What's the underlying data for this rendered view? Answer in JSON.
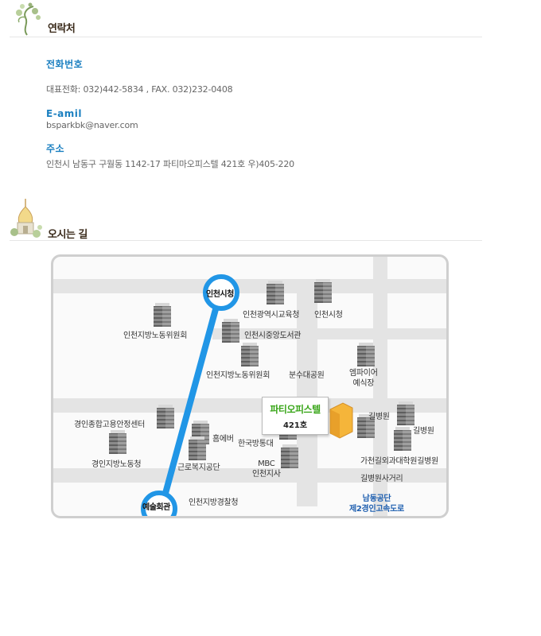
{
  "contact": {
    "title": "연락처",
    "phone_label": "전화번호",
    "phone_text": "대표전화: 032)442-5834 ,  FAX. 032)232-0408",
    "email_label": "E-amil",
    "email_text": "bsparkbk@naver.com",
    "address_label": "주소",
    "address_text": "인천시 남동구 구월동 1142-17 파티마오피스텔 421호 우)405-220"
  },
  "directions": {
    "title": "오시는 길"
  },
  "map": {
    "station_top": "인천시청",
    "station_bottom": "예술회관",
    "target_name": "파티오피스텔",
    "target_room": "421호",
    "labels": {
      "education_office": "인천광역시교육청",
      "city_hall": "인천시청",
      "labor_committee_1": "인천지방노동위원회",
      "central_library": "인천시중앙도서관",
      "labor_committee_2": "인천지방노동위원회",
      "bunsu_park": "분수대공원",
      "empire_hall": "엠파이어\n예식장",
      "gil_hospital_1": "길병원",
      "gil_hospital_2": "길병원",
      "employment_center": "경인종합고용안정센터",
      "home_ever": "홈에버",
      "kbs": "한국방통대",
      "labor_office": "경인지방노동청",
      "welfare": "근로복지공단",
      "mbc": "MBC\n인천지사",
      "gachon": "가천길외과대학원길병원",
      "gil_intersection": "길병원사거리",
      "police": "인천지방경찰청",
      "namdong": "남동공단\n제2경인고속도로"
    }
  },
  "colors": {
    "accent_blue": "#1a7fc0",
    "route_blue": "#2196e6",
    "target_green": "#3aa61a",
    "building_orange": "#f5b53a"
  }
}
